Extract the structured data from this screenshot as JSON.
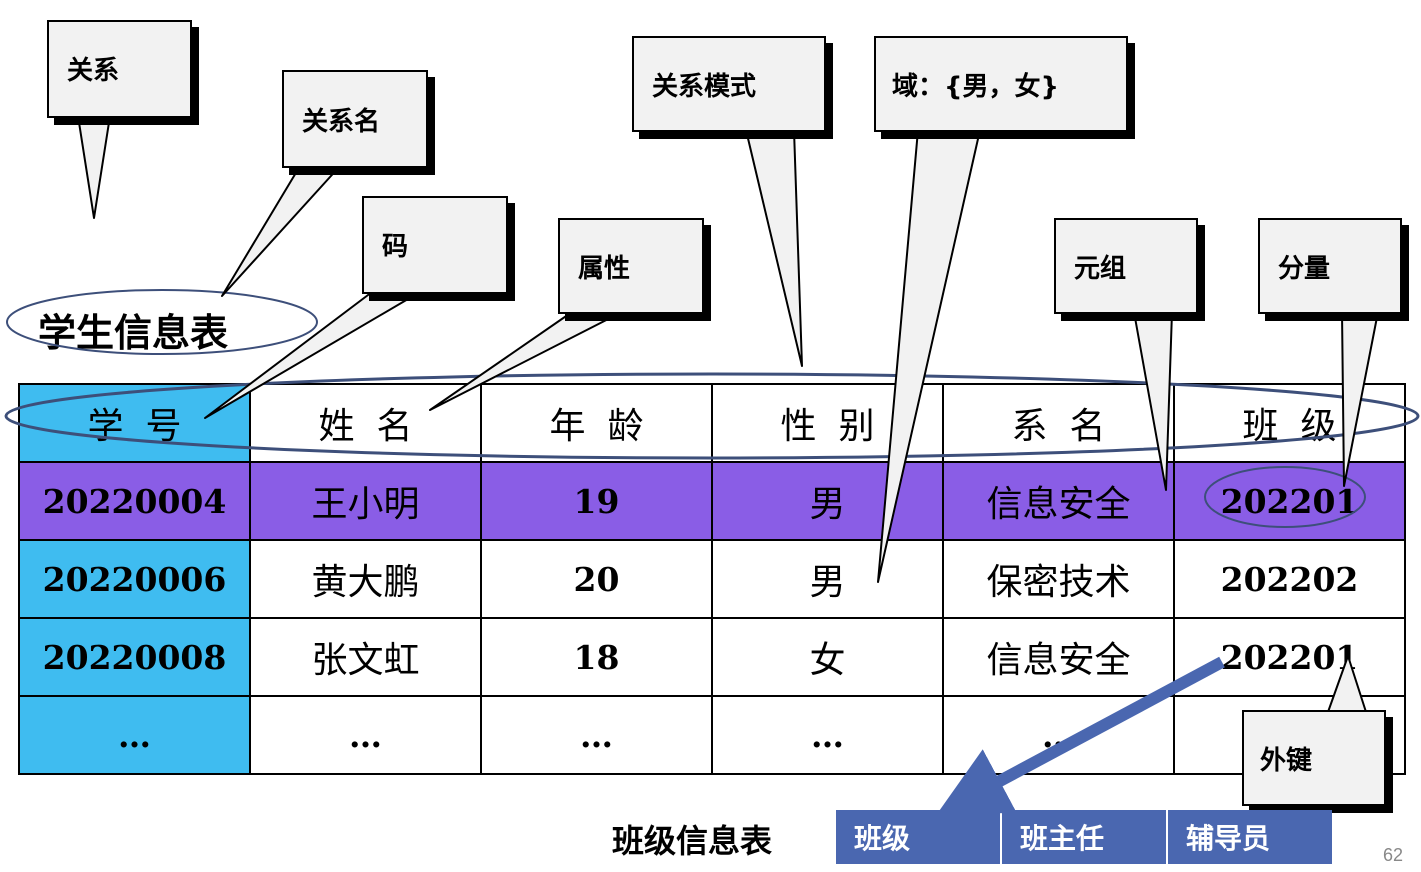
{
  "relation_title": "学生信息表",
  "callouts": {
    "relation": "关系",
    "relation_name": "关系名",
    "key": "码",
    "attribute": "属性",
    "schema": "关系模式",
    "domain": "域：{男，女}",
    "tuple": "元组",
    "component": "分量",
    "foreign_key": "外键"
  },
  "table": {
    "headers": [
      "学号",
      "姓名",
      "年龄",
      "性别",
      "系名",
      "班级"
    ],
    "rows": [
      [
        "20220004",
        "王小明",
        "19",
        "男",
        "信息安全",
        "202201"
      ],
      [
        "20220006",
        "黄大鹏",
        "20",
        "男",
        "保密技术",
        "202202"
      ],
      [
        "20220008",
        "张文虹",
        "18",
        "女",
        "信息安全",
        "202201"
      ],
      [
        "…",
        "…",
        "…",
        "…",
        "…",
        "…"
      ]
    ]
  },
  "class_table": {
    "label": "班级信息表",
    "headers": [
      "班级",
      "班主任",
      "辅导员"
    ]
  },
  "page_number": "62",
  "colors": {
    "key_column": "#3fbcf0",
    "highlight_row": "#8a5de6",
    "class_table": "#4a67b0",
    "oval": "#3d4f7a"
  }
}
